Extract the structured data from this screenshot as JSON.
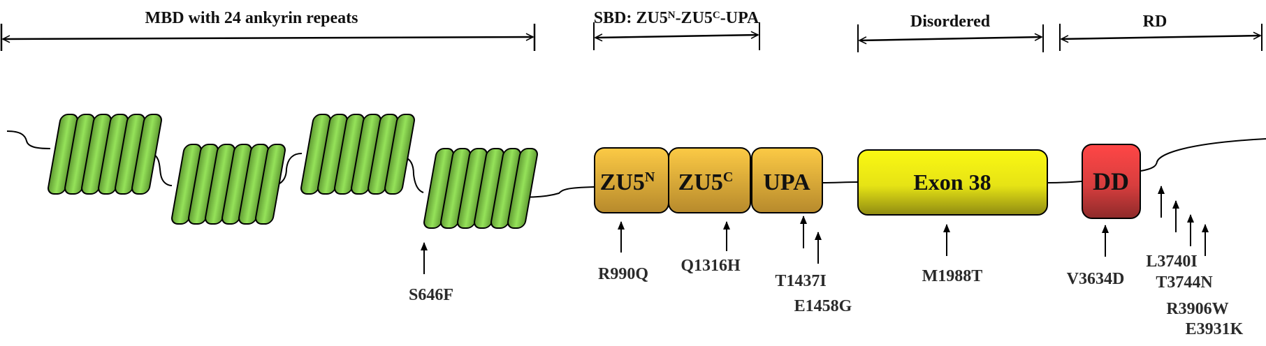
{
  "regions": {
    "mbd": "MBD with 24 ankyrin repeats",
    "sbd_prefix": "SBD: ZU5",
    "sbd_sup1": "N",
    "sbd_mid": "-ZU5",
    "sbd_sup2": "C",
    "sbd_suffix": "-UPA",
    "disordered": "Disordered",
    "rd": "RD"
  },
  "ankyrin": {
    "groups": 4,
    "repeats_per_group": 6,
    "color": "#7dc443"
  },
  "domains": {
    "zu5n": {
      "main": "ZU5",
      "sup": "N"
    },
    "zu5c": {
      "main": "ZU5",
      "sup": "C"
    },
    "upa": "UPA",
    "exon38": "Exon 38",
    "dd": "DD"
  },
  "colors": {
    "sbd": "#f5c343",
    "exon38": "#f3f017",
    "dd": "#e8413f"
  },
  "mutations": [
    "S646F",
    "R990Q",
    "Q1316H",
    "T1437I",
    "E1458G",
    "M1988T",
    "V3634D",
    "L3740I",
    "T3744N",
    "R3906W",
    "E3931K"
  ]
}
